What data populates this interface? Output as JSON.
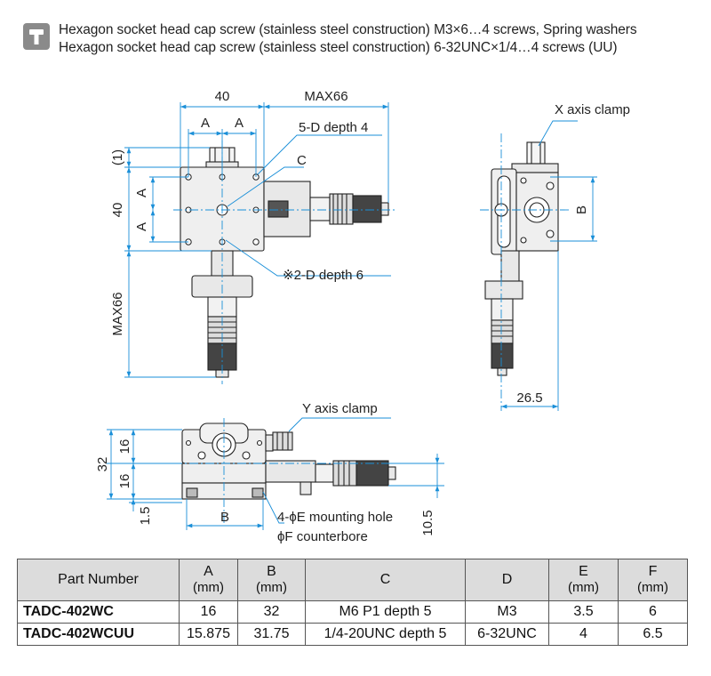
{
  "header": {
    "line1": "Hexagon socket head cap screw (stainless steel construction) M3×6…4 screws, Spring washers",
    "line2": "Hexagon socket head cap screw (stainless steel construction) 6-32UNC×1/4…4 screws (UU)"
  },
  "drawing": {
    "dim_40_top": "40",
    "dim_max66_top": "MAX66",
    "dim_a1": "A",
    "dim_a2": "A",
    "label_5d": "5-D depth 4",
    "label_c": "C",
    "dim_1": "(1)",
    "dim_a_left1": "A",
    "dim_40_left": "40",
    "dim_a_left2": "A",
    "label_2d": "※2-D depth 6",
    "dim_max66_left": "MAX66",
    "label_x_clamp": "X axis clamp",
    "dim_b_right": "B",
    "dim_26_5": "26.5",
    "label_y_clamp": "Y axis clamp",
    "dim_32": "32",
    "dim_16a": "16",
    "dim_16b": "16",
    "dim_1_5": "1.5",
    "dim_b_bottom": "B",
    "label_mount": "4-ϕE mounting hole",
    "label_counterbore": "ϕF counterbore",
    "dim_10_5": "10.5"
  },
  "table": {
    "headers": [
      {
        "label": "Part Number",
        "unit": ""
      },
      {
        "label": "A",
        "unit": "(mm)"
      },
      {
        "label": "B",
        "unit": "(mm)"
      },
      {
        "label": "C",
        "unit": ""
      },
      {
        "label": "D",
        "unit": ""
      },
      {
        "label": "E",
        "unit": "(mm)"
      },
      {
        "label": "F",
        "unit": "(mm)"
      }
    ],
    "rows": [
      [
        "TADC-402WC",
        "16",
        "32",
        "M6 P1 depth 5",
        "M3",
        "3.5",
        "6"
      ],
      [
        "TADC-402WCUU",
        "15.875",
        "31.75",
        "1/4-20UNC depth 5",
        "6-32UNC",
        "4",
        "6.5"
      ]
    ]
  },
  "colors": {
    "dimension": "#1a8fd8",
    "outline": "#222222",
    "body_fill": "#efefef",
    "icon_gray": "#8a8a8a"
  }
}
